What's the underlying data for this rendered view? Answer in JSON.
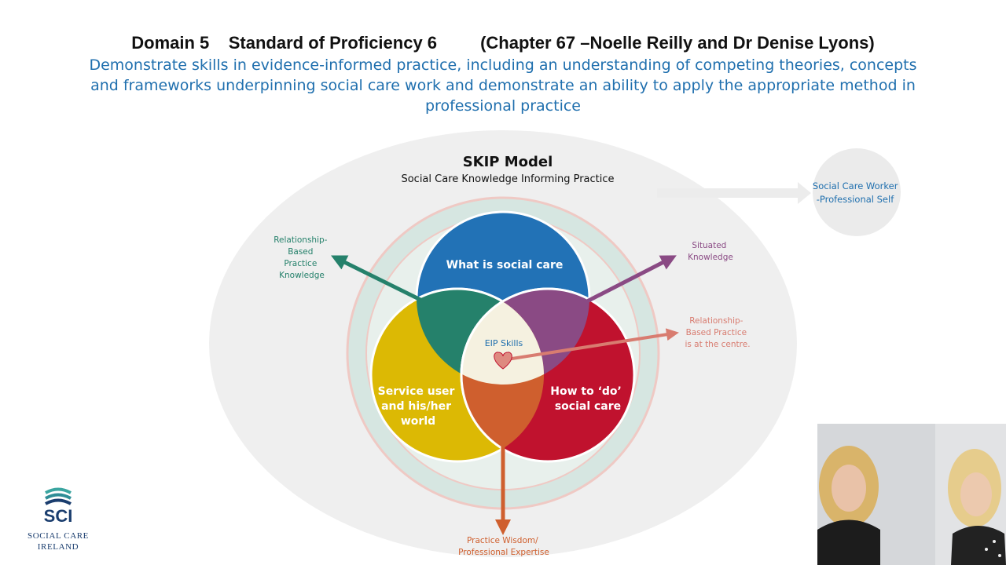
{
  "header": {
    "domain_label": "Domain 5",
    "standard_label": "Standard of Proficiency 6",
    "chapter_label": "(Chapter 67 –Noelle Reilly and Dr Denise Lyons)",
    "subtitle_lines": [
      "Demonstrate skills in evidence-informed practice, including an understanding of competing theories, concepts",
      "and frameworks underpinning social care work and demonstrate an ability to apply the appropriate method in",
      "professional practice"
    ]
  },
  "diagram": {
    "title": "SKIP Model",
    "subtitle": "Social Care Knowledge Informing Practice",
    "circles": {
      "top": "What is social care",
      "left": [
        "Service user",
        "and his/her",
        "world"
      ],
      "right": [
        "How to ‘do’",
        "social care"
      ],
      "center": "EIP Skills"
    },
    "annotations": {
      "relationship_based_knowledge": [
        "Relationship-",
        "Based",
        "Practice",
        "Knowledge"
      ],
      "situated_knowledge": [
        "Situated",
        "Knowledge"
      ],
      "relationship_centre": [
        "Relationship-",
        "Based Practice",
        "is at the centre."
      ],
      "practice_wisdom": [
        "Practice Wisdom/",
        "Professional Expertise"
      ],
      "professional_self": [
        "Social Care Worker",
        "-Professional Self"
      ]
    },
    "colors": {
      "top": "#2272b6",
      "left": "#dcb904",
      "right": "#c0122e",
      "green": "#25816b",
      "purple": "#8a4a84",
      "orange": "#cf5f2e",
      "center": "#f5f1e0",
      "heart": "#de8a80",
      "outer_ellipse": "#eeeeee",
      "ring": "#d3e3de"
    }
  },
  "logo": {
    "initials": "SCI",
    "name": "SOCIAL CARE IRELAND"
  },
  "video": {
    "description_icon": "presenters-video-icon"
  }
}
